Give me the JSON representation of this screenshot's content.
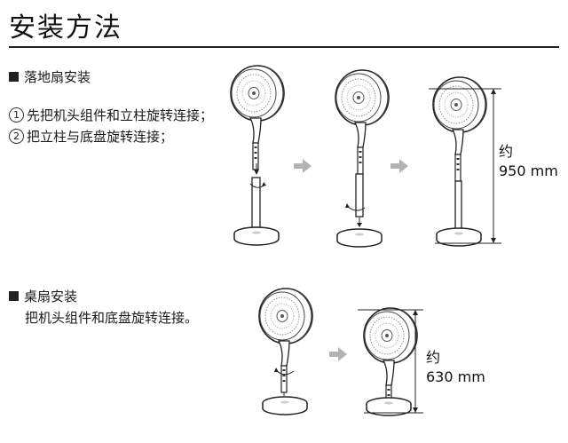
{
  "title": "安装方法",
  "floor": {
    "heading": "落地扇安装",
    "steps": [
      {
        "num": "1",
        "text": "先把机头组件和立柱旋转连接；"
      },
      {
        "num": "2",
        "text": "把立柱与底盘旋转连接；"
      }
    ],
    "dim_label": "约",
    "dim_value": "950 mm"
  },
  "desk": {
    "heading": "桌扇安装",
    "step": "把机头组件和底盘旋转连接。",
    "dim_label": "约",
    "dim_value": "630 mm"
  },
  "colors": {
    "line": "#222222",
    "arrow": "#b3b3b3",
    "text": "#1a1a1a"
  },
  "icons": [
    "fan-head-icon",
    "pole-icon",
    "base-icon",
    "rotate-arrow-icon",
    "step-arrow-icon",
    "dimension-line-icon"
  ]
}
